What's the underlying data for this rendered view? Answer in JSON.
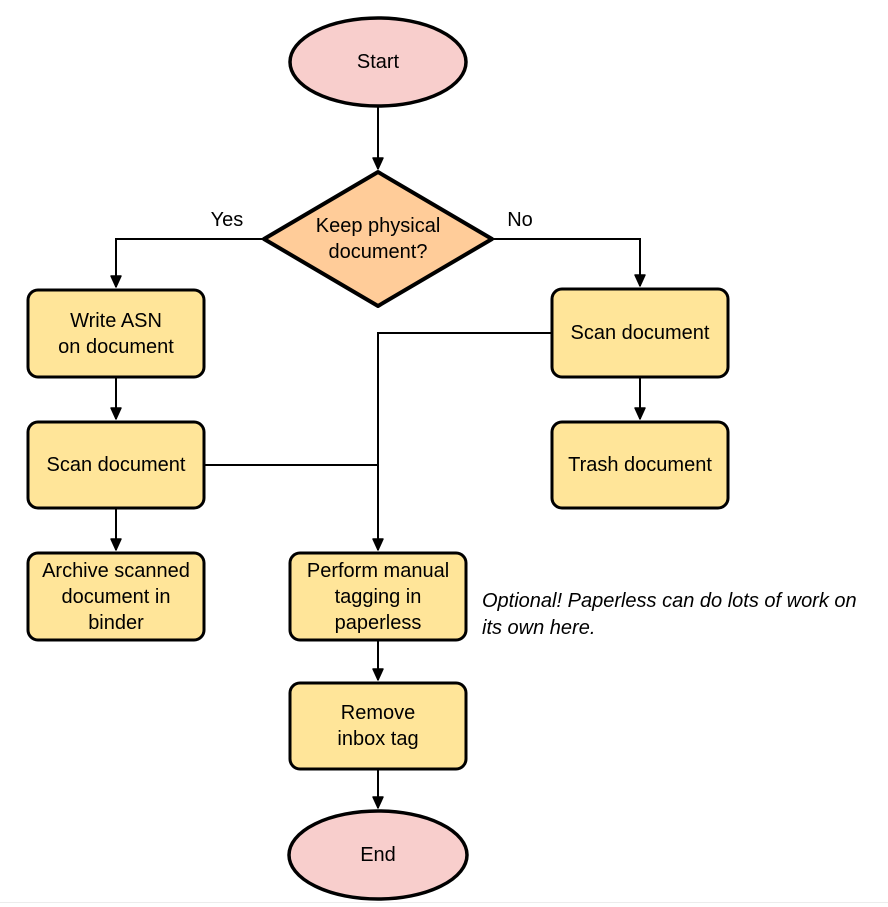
{
  "flowchart": {
    "nodes": {
      "start": {
        "type": "terminal",
        "label": "Start"
      },
      "keep_physical": {
        "type": "decision",
        "lines": [
          "Keep physical",
          "document?"
        ]
      },
      "write_asn": {
        "type": "process",
        "lines": [
          "Write ASN",
          "on document"
        ]
      },
      "scan_document_left": {
        "type": "process",
        "label": "Scan document"
      },
      "archive_binder": {
        "type": "process",
        "lines": [
          "Archive scanned",
          "document in",
          "binder"
        ]
      },
      "scan_document_right": {
        "type": "process",
        "label": "Scan document"
      },
      "trash_document": {
        "type": "process",
        "label": "Trash document"
      },
      "manual_tagging": {
        "type": "process",
        "lines": [
          "Perform manual",
          "tagging in",
          "paperless"
        ]
      },
      "remove_inbox_tag": {
        "type": "process",
        "lines": [
          "Remove",
          "inbox tag"
        ]
      },
      "end": {
        "type": "terminal",
        "label": "End"
      }
    },
    "edge_labels": {
      "yes": "Yes",
      "no": "No"
    },
    "edges": [
      {
        "from": "start",
        "to": "keep_physical",
        "label": ""
      },
      {
        "from": "keep_physical",
        "to": "write_asn",
        "label": "Yes"
      },
      {
        "from": "keep_physical",
        "to": "scan_document_right",
        "label": "No"
      },
      {
        "from": "write_asn",
        "to": "scan_document_left",
        "label": ""
      },
      {
        "from": "scan_document_left",
        "to": "archive_binder",
        "label": ""
      },
      {
        "from": "scan_document_left",
        "to": "manual_tagging",
        "label": ""
      },
      {
        "from": "scan_document_right",
        "to": "trash_document",
        "label": ""
      },
      {
        "from": "scan_document_right",
        "to": "manual_tagging",
        "label": ""
      },
      {
        "from": "manual_tagging",
        "to": "remove_inbox_tag",
        "label": ""
      },
      {
        "from": "remove_inbox_tag",
        "to": "end",
        "label": ""
      }
    ],
    "annotation": {
      "lines": [
        "Optional! Paperless can do lots of work on",
        "its own here."
      ]
    },
    "colors": {
      "terminal_fill": "#f8cecc",
      "decision_fill": "#ffcc99",
      "process_fill": "#ffe599",
      "stroke": "#000000",
      "background": "#ffffff"
    }
  }
}
